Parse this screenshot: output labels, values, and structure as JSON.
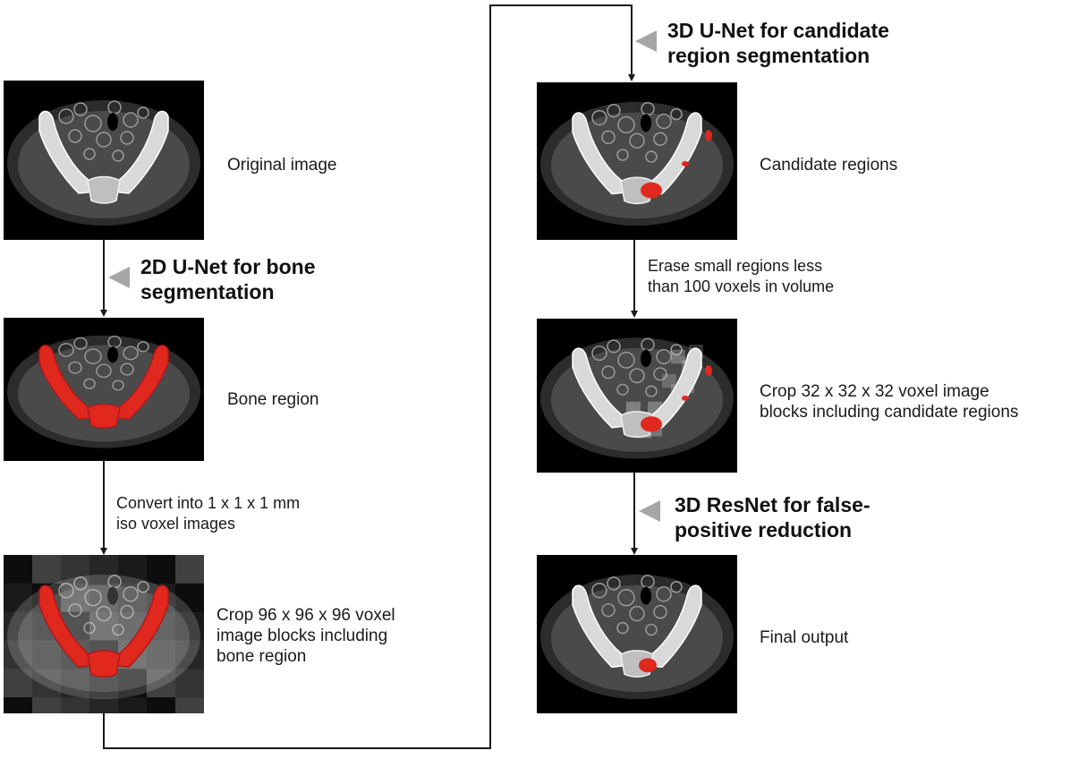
{
  "panels": [
    {
      "id": "p1",
      "label": "Original image",
      "overlay": "none"
    },
    {
      "id": "p2",
      "label": "Bone region",
      "overlay": "bone"
    },
    {
      "id": "p3",
      "label": "Crop 96 x 96 x 96 voxel image blocks including bone region",
      "overlay": "bone-blocks"
    },
    {
      "id": "p4",
      "label": "Candidate regions",
      "overlay": "candidates"
    },
    {
      "id": "p5",
      "label": "Crop 32 x 32 x 32 voxel image blocks including candidate regions",
      "overlay": "candidate-blocks"
    },
    {
      "id": "p6",
      "label": "Final output",
      "overlay": "final"
    }
  ],
  "labels": {
    "p1": "Original image",
    "p2": "Bone region",
    "p3": [
      "Crop 96 x 96 x 96 voxel",
      "image blocks including",
      "bone region"
    ],
    "p4": "Candidate regions",
    "p5": [
      "Crop 32 x 32 x 32 voxel image",
      "blocks including candidate regions"
    ],
    "p6": "Final output"
  },
  "models": {
    "m1": [
      "2D U-Net for bone",
      "segmentation"
    ],
    "m2": [
      "3D U-Net for candidate",
      "region segmentation"
    ],
    "m3": [
      "3D ResNet for false-",
      "positive reduction"
    ]
  },
  "steps": {
    "s1": [
      "Convert into 1 x 1 x 1 mm",
      "iso voxel images"
    ],
    "s2": [
      "Erase small regions less",
      "than 100 voxels in volume"
    ]
  },
  "colors": {
    "line": "#1a1a1a",
    "pointer": "#a6a6a6",
    "segmentation": "#e0281e",
    "panel_bg": "#000000"
  }
}
